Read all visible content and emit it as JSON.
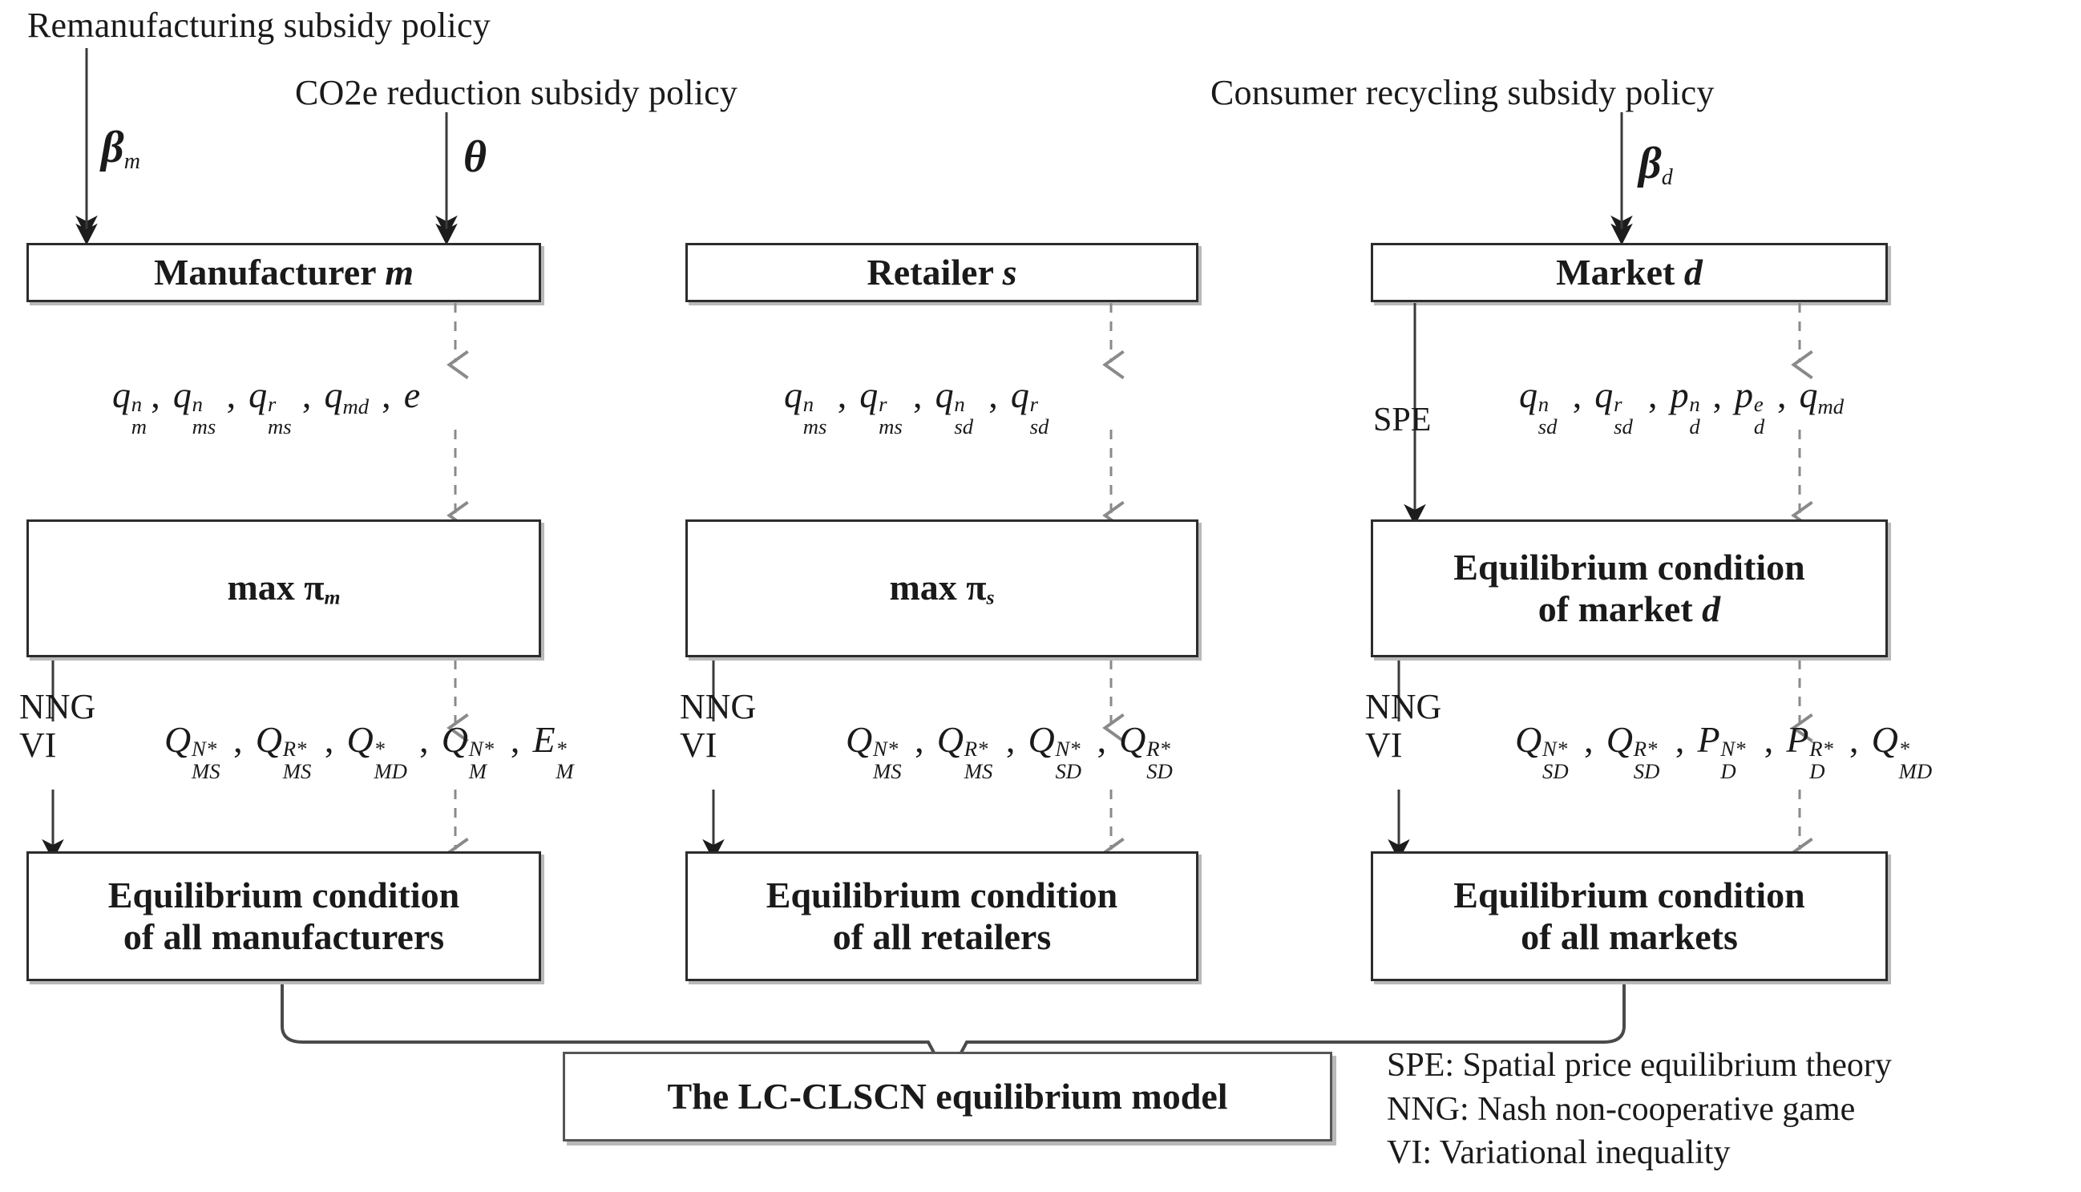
{
  "figure": {
    "title": "LC-CLSCN equilibrium model framework",
    "policies": [
      {
        "id": "remanufacturing",
        "label": "Remanufacturing subsidy  policy",
        "param": "β",
        "param_sub": "m"
      },
      {
        "id": "co2e-reduction",
        "label": "CO2e reduction subsidy policy",
        "param": "θ",
        "param_sub": ""
      },
      {
        "id": "consumer-recycling",
        "label": "Consumer recycling subsidy policy",
        "param": "β",
        "param_sub": "d"
      }
    ],
    "columns": [
      {
        "id": "manufacturer",
        "row1_label": "Manufacturer m",
        "row1_italic_tail": "m",
        "vars1": [
          {
            "base": "q",
            "sup": "n",
            "sub": "m"
          },
          {
            "base": "q",
            "sup": "n",
            "sub": "ms"
          },
          {
            "base": "q",
            "sup": "r",
            "sub": "ms"
          },
          {
            "base": "q",
            "sup": "",
            "sub": "md"
          },
          {
            "base": "e",
            "sup": "",
            "sub": ""
          }
        ],
        "row2_label": "max π",
        "row2_sub": "m",
        "method": "NNG\nVI",
        "method_line1": "NNG",
        "method_line2": "VI",
        "vars2": [
          {
            "base": "Q",
            "sup": "N*",
            "sub": "MS"
          },
          {
            "base": "Q",
            "sup": "R*",
            "sub": "MS"
          },
          {
            "base": "Q",
            "sup": "*",
            "sub": "MD"
          },
          {
            "base": "Q",
            "sup": "N*",
            "sub": "M"
          },
          {
            "base": "E",
            "sup": "*",
            "sub": "M"
          }
        ],
        "row3_line1": "Equilibrium condition",
        "row3_line2": "of all manufacturers"
      },
      {
        "id": "retailer",
        "row1_label": "Retailer s",
        "row1_italic_tail": "s",
        "vars1": [
          {
            "base": "q",
            "sup": "n",
            "sub": "ms"
          },
          {
            "base": "q",
            "sup": "r",
            "sub": "ms"
          },
          {
            "base": "q",
            "sup": "n",
            "sub": "sd"
          },
          {
            "base": "q",
            "sup": "r",
            "sub": "sd"
          }
        ],
        "row2_label": "max π",
        "row2_sub": "s",
        "method_line1": "NNG",
        "method_line2": "VI",
        "vars2": [
          {
            "base": "Q",
            "sup": "N*",
            "sub": "MS"
          },
          {
            "base": "Q",
            "sup": "R*",
            "sub": "MS"
          },
          {
            "base": "Q",
            "sup": "N*",
            "sub": "SD"
          },
          {
            "base": "Q",
            "sup": "R*",
            "sub": "SD"
          }
        ],
        "row3_line1": "Equilibrium condition",
        "row3_line2": "of all retailers"
      },
      {
        "id": "market",
        "row1_label": "Market d",
        "row1_italic_tail": "d",
        "spe_tag": "SPE",
        "vars1": [
          {
            "base": "q",
            "sup": "n",
            "sub": "sd"
          },
          {
            "base": "q",
            "sup": "r",
            "sub": "sd"
          },
          {
            "base": "p",
            "sup": "n",
            "sub": "d"
          },
          {
            "base": "p",
            "sup": "e",
            "sub": "d"
          },
          {
            "base": "q",
            "sup": "",
            "sub": "md"
          }
        ],
        "row2_line1": "Equilibrium condition",
        "row2_line2": "of market d",
        "method_line1": "NNG",
        "method_line2": "VI",
        "vars2": [
          {
            "base": "Q",
            "sup": "N*",
            "sub": "SD"
          },
          {
            "base": "Q",
            "sup": "R*",
            "sub": "SD"
          },
          {
            "base": "P",
            "sup": "N*",
            "sub": "D"
          },
          {
            "base": "P",
            "sup": "R*",
            "sub": "D"
          },
          {
            "base": "Q",
            "sup": "*",
            "sub": "MD"
          }
        ],
        "row3_line1": "Equilibrium condition",
        "row3_line2": "of all markets"
      }
    ],
    "final_box_label": "The LC-CLSCN equilibrium model",
    "legend": [
      "SPE: Spatial price equilibrium theory",
      "NNG: Nash non-cooperative game",
      "VI: Variational inequality"
    ],
    "colors": {
      "stroke": "#2c2c2c",
      "shadow": "#b9b9b9",
      "dashed": "#8a8a8a",
      "background": "#ffffff"
    }
  }
}
